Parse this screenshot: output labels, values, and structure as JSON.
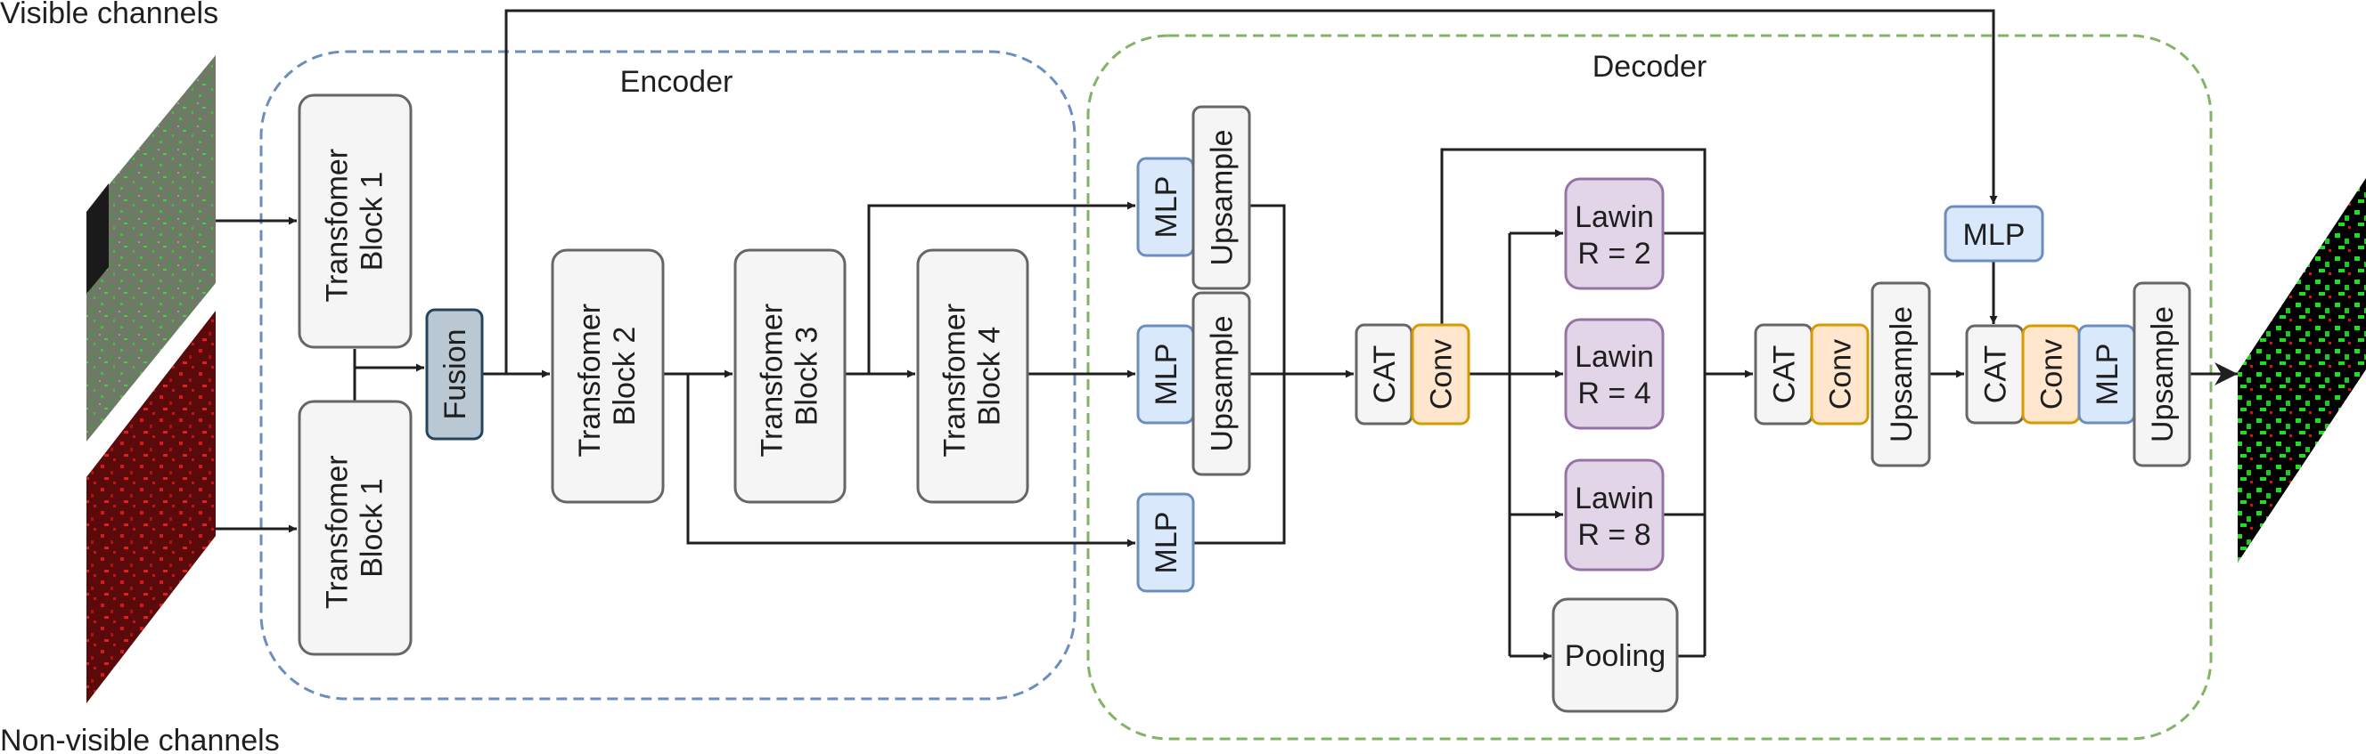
{
  "labels": {
    "visible_channels": "Visible channels",
    "non_visible_channels": "Non-visible channels",
    "encoder": "Encoder",
    "decoder": "Decoder"
  },
  "blocks": {
    "transformer_block_1_top": [
      "Transfomer",
      "Block 1"
    ],
    "transformer_block_1_bottom": [
      "Transfomer",
      "Block 1"
    ],
    "fusion": "Fusion",
    "transformer_block_2": [
      "Transfomer",
      "Block 2"
    ],
    "transformer_block_3": [
      "Transfomer",
      "Block 3"
    ],
    "transformer_block_4": [
      "Transfomer",
      "Block 4"
    ],
    "mlp": "MLP",
    "upsample": "Upsample",
    "cat": "CAT",
    "conv": "Conv",
    "lawin_r2": [
      "Lawin",
      "R = 2"
    ],
    "lawin_r4": [
      "Lawin",
      "R = 4"
    ],
    "lawin_r8": [
      "Lawin",
      "R = 8"
    ],
    "pooling": "Pooling"
  },
  "colors": {
    "gray_fill": "#f5f5f5",
    "gray_stroke": "#666666",
    "fusion_fill": "#bac8d3",
    "fusion_stroke": "#23445d",
    "mlp_fill": "#dae8fc",
    "mlp_stroke": "#6c8ebf",
    "conv_fill": "#ffe6cc",
    "conv_stroke": "#d79b00",
    "lawin_fill": "#e1d5e7",
    "lawin_stroke": "#9673a6",
    "encoder_border": "#6c8ebf",
    "decoder_border": "#82b366",
    "visible_image": "#6f7a66",
    "visible_dots": "#3cc43c",
    "nonvisible_image": "#5a0a0a",
    "nonvisible_dots": "#d81818",
    "output_image": "#000000",
    "output_green": "#22dd22",
    "output_red": "#e01010"
  }
}
